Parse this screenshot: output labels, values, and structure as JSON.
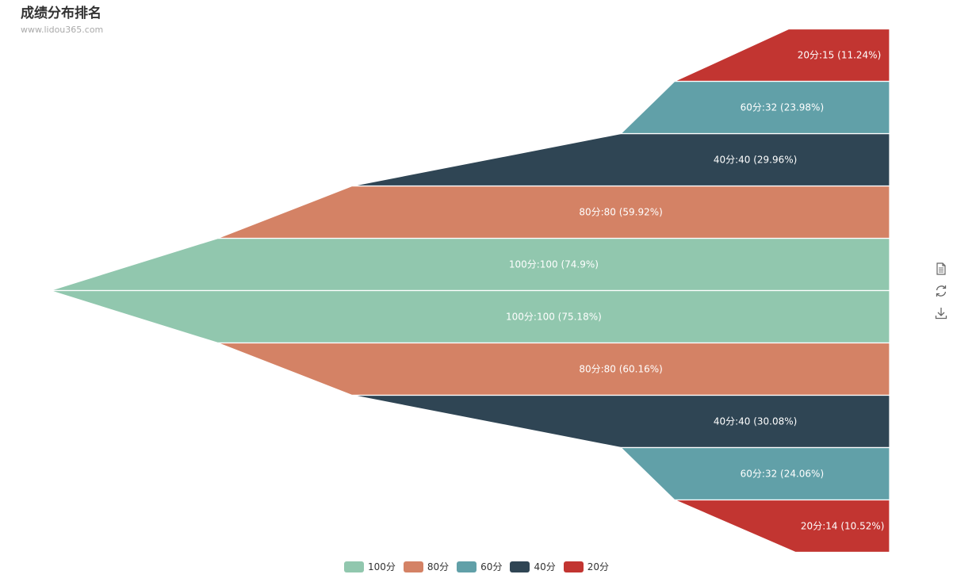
{
  "title": "成绩分布排名",
  "subtitle": "www.lidou365.com",
  "toolbox": {
    "icons": [
      "data-view-icon",
      "restore-icon",
      "save-image-icon"
    ]
  },
  "legend": {
    "items": [
      {
        "label": "100分",
        "color": "#91c7ae"
      },
      {
        "label": "80分",
        "color": "#d48265"
      },
      {
        "label": "60分",
        "color": "#61a0a8"
      },
      {
        "label": "40分",
        "color": "#2f4554"
      },
      {
        "label": "20分",
        "color": "#c23531"
      }
    ]
  },
  "chart_data": {
    "type": "funnel",
    "title": "成绩分布排名",
    "subtitle": "www.lidou365.com",
    "legend_position": "bottom",
    "orientation": "horizontal",
    "series": [
      {
        "side": "upper",
        "slices": [
          {
            "category": "20分",
            "value": 15,
            "label": "20分:15 (11.24%)",
            "color": "#c23531"
          },
          {
            "category": "60分",
            "value": 32,
            "label": "60分:32 (23.98%)",
            "color": "#61a0a8"
          },
          {
            "category": "40分",
            "value": 40,
            "label": "40分:40 (29.96%)",
            "color": "#2f4554"
          },
          {
            "category": "80分",
            "value": 80,
            "label": "80分:80 (59.92%)",
            "color": "#d48265"
          },
          {
            "category": "100分",
            "value": 100,
            "label": "100分:100 (74.9%)",
            "color": "#91c7ae"
          }
        ]
      },
      {
        "side": "lower",
        "slices": [
          {
            "category": "100分",
            "value": 100,
            "label": "100分:100 (75.18%)",
            "color": "#91c7ae"
          },
          {
            "category": "80分",
            "value": 80,
            "label": "80分:80 (60.16%)",
            "color": "#d48265"
          },
          {
            "category": "40分",
            "value": 40,
            "label": "40分:40 (30.08%)",
            "color": "#2f4554"
          },
          {
            "category": "60分",
            "value": 32,
            "label": "60分:32 (24.06%)",
            "color": "#61a0a8"
          },
          {
            "category": "20分",
            "value": 14,
            "label": "20分:14 (10.52%)",
            "color": "#c23531"
          }
        ]
      }
    ]
  }
}
